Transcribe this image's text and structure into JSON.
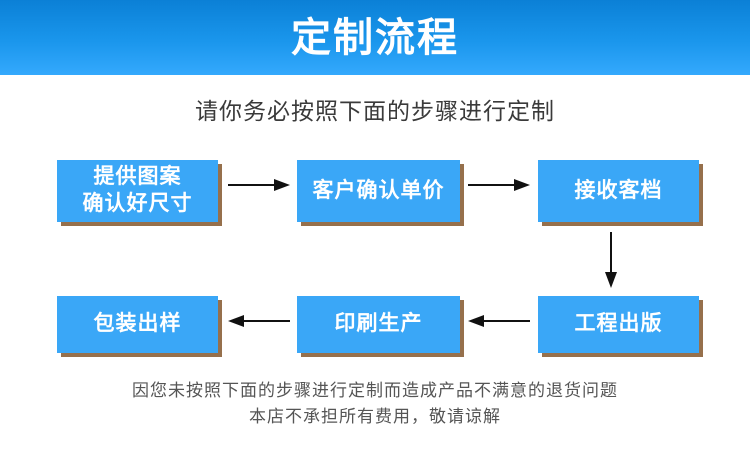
{
  "banner": {
    "title": "定制流程",
    "bg_top": "#0b80d6",
    "bg_bottom": "#34a9fd",
    "text_color": "#ffffff"
  },
  "subtitle": {
    "text": "请你务必按照下面的步骤进行定制",
    "color": "#3a3a3a"
  },
  "flow": {
    "node_fill": "#3aa7f7",
    "node_shadow": "#96704c",
    "node_text_color": "#ffffff",
    "arrow_color": "#111111",
    "nodes": [
      {
        "id": "step-1",
        "label": "提供图案\n确认好尺寸",
        "lines": 2
      },
      {
        "id": "step-2",
        "label": "客户确认单价",
        "lines": 1
      },
      {
        "id": "step-3",
        "label": "接收客档",
        "lines": 1
      },
      {
        "id": "step-4",
        "label": "包装出样",
        "lines": 1
      },
      {
        "id": "step-5",
        "label": "印刷生产",
        "lines": 1
      },
      {
        "id": "step-6",
        "label": "工程出版",
        "lines": 1
      }
    ],
    "connectors": [
      {
        "id": "connector-1",
        "from": "step-1",
        "to": "step-2",
        "direction": "right"
      },
      {
        "id": "connector-2",
        "from": "step-2",
        "to": "step-3",
        "direction": "right"
      },
      {
        "id": "connector-3",
        "from": "step-3",
        "to": "step-6",
        "direction": "down"
      },
      {
        "id": "connector-4",
        "from": "step-6",
        "to": "step-5",
        "direction": "left"
      },
      {
        "id": "connector-5",
        "from": "step-5",
        "to": "step-4",
        "direction": "left"
      }
    ]
  },
  "footnote": {
    "line1": "因您未按照下面的步骤进行定制而造成产品不满意的退货问题",
    "line2": "本店不承担所有费用，敬请谅解",
    "color": "#555555"
  }
}
